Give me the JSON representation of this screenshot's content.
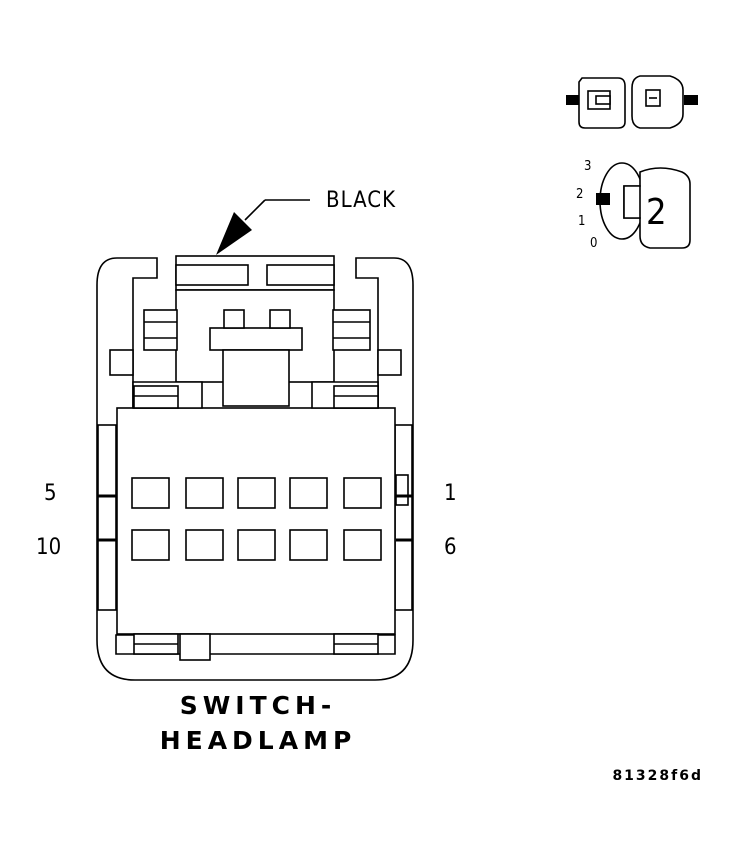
{
  "connector": {
    "color_label": "BLACK",
    "title_line1": "SWITCH-",
    "title_line2": "HEADLAMP",
    "pins_left": {
      "top": "5",
      "bottom": "10"
    },
    "pins_right": {
      "top": "1",
      "bottom": "6"
    },
    "cavity_rows": 2,
    "cavities_per_row": 5
  },
  "keying_icon": {
    "key_number": "2",
    "positions": [
      "3",
      "2",
      "1",
      "0"
    ]
  },
  "figure_code": "81328f6d"
}
